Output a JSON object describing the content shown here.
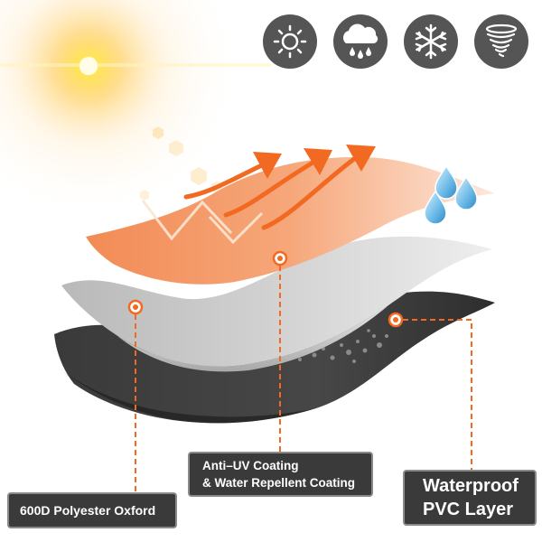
{
  "icons": [
    {
      "name": "sun-icon"
    },
    {
      "name": "rain-cloud-icon"
    },
    {
      "name": "snowflake-icon"
    },
    {
      "name": "tornado-icon"
    }
  ],
  "labels": {
    "polyester": "600D Polyester Oxford",
    "antiuv_line1": "Anti–UV Coating",
    "antiuv_line2": "& Water Repellent Coating",
    "pvc_line1": "Waterproof",
    "pvc_line2": "PVC Layer"
  },
  "colors": {
    "accent_orange": "#f26a21",
    "icon_bg": "#555555",
    "label_bg": "#3a3a3a",
    "top_layer": "#f7a274",
    "middle_layer": "#c8c8c8",
    "bottom_layer": "#3f3f3f"
  }
}
